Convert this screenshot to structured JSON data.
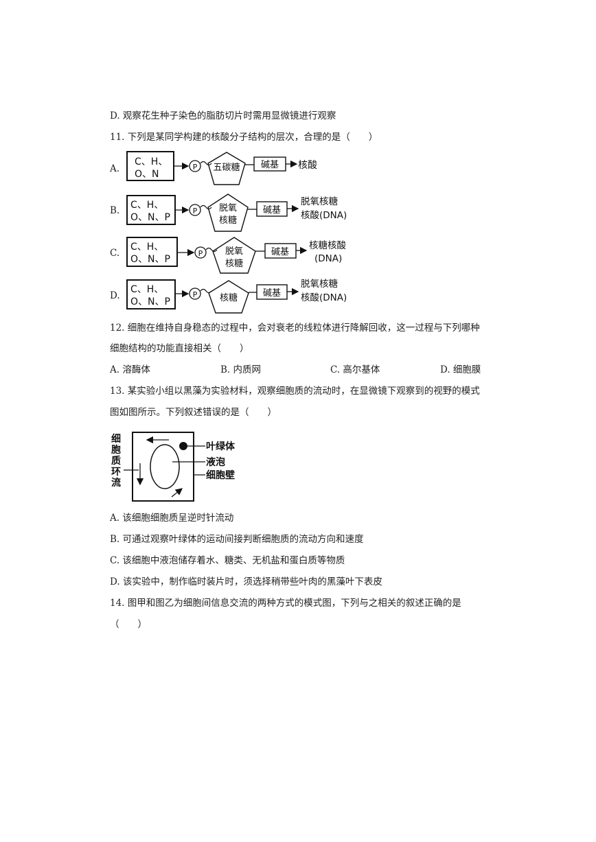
{
  "prev": {
    "d": "D. 观察花生种子染色的脂肪切片时需用显微镜进行观察"
  },
  "q11": {
    "stem": "11. 下列是某同学构建的核酸分子结构的层次，合理的是（　　）",
    "options": [
      {
        "label": "A.",
        "el1": "C、H、",
        "el2": "O、N",
        "p": "P",
        "sugar1": "五碳糖",
        "sugar2": "",
        "base": "碱基",
        "res1": "核酸",
        "res2": ""
      },
      {
        "label": "B.",
        "el1": "C、H、",
        "el2": "O、N、P",
        "p": "P",
        "sugar1": "脱氧",
        "sugar2": "核糖",
        "base": "碱基",
        "res1": "脱氧核糖",
        "res2": "核酸(DNA)"
      },
      {
        "label": "C.",
        "el1": "C、H、",
        "el2": "O、N、P",
        "p": "P",
        "sugar1": "脱氧",
        "sugar2": "核糖",
        "base": "碱基",
        "res1": "核糖核酸",
        "res2": "(DNA)"
      },
      {
        "label": "D.",
        "el1": "C、H、",
        "el2": "O、N、P",
        "p": "P",
        "sugar1": "核糖",
        "sugar2": "",
        "base": "碱基",
        "res1": "脱氧核糖",
        "res2": "核酸(DNA)"
      }
    ]
  },
  "q12": {
    "stem1": "12. 细胞在维持自身稳态的过程中，会对衰老的线粒体进行降解回收，这一过程与下列哪种",
    "stem2": "细胞结构的功能直接相关（　　）",
    "a": "A.  溶酶体",
    "b": "B.  内质网",
    "c": "C.  高尔基体",
    "d": "D.  细胞膜"
  },
  "q13": {
    "stem1": "13. 某实验小组以黑藻为实验材料，观察细胞质的流动时，在显微镜下观察到的视野的模式",
    "stem2": "图如图所示。下列叙述错误的是（　　）",
    "figure": {
      "side_label": [
        "细",
        "胞",
        "质",
        "环",
        "流"
      ],
      "chloroplast": "叶绿体",
      "vacuole": "液泡",
      "wall": "细胞壁"
    },
    "a": "A. 该细胞细胞质呈逆时针流动",
    "b": "B. 可通过观察叶绿体的运动间接判断细胞质的流动方向和速度",
    "c": "C. 该细胞中液泡储存着水、糖类、无机盐和蛋白质等物质",
    "d": "D. 该实验中，制作临时装片时，须选择稍带些叶肉的黑藻叶下表皮"
  },
  "q14": {
    "stem1": "14. 图甲和图乙为细胞间信息交流的两种方式的模式图，下列与之相关的叙述正确的是",
    "stem2": "（　　）"
  }
}
